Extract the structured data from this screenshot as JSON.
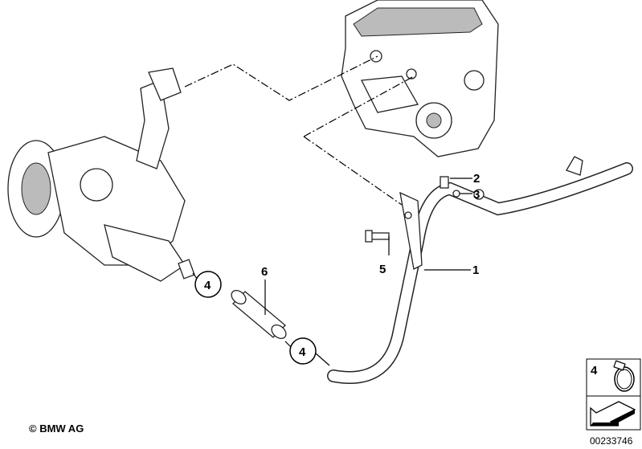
{
  "callouts": {
    "part_1": "1",
    "part_2": "2",
    "part_3": "3",
    "part_4_a": "4",
    "part_4_b": "4",
    "part_5": "5",
    "part_6": "6"
  },
  "legend": {
    "clamp_number": "4",
    "clamp_icon": "hose-clamp-icon",
    "arrow_icon": "direction-arrow-icon"
  },
  "footer": {
    "copyright": "© BMW AG",
    "document_number": "00233746"
  }
}
